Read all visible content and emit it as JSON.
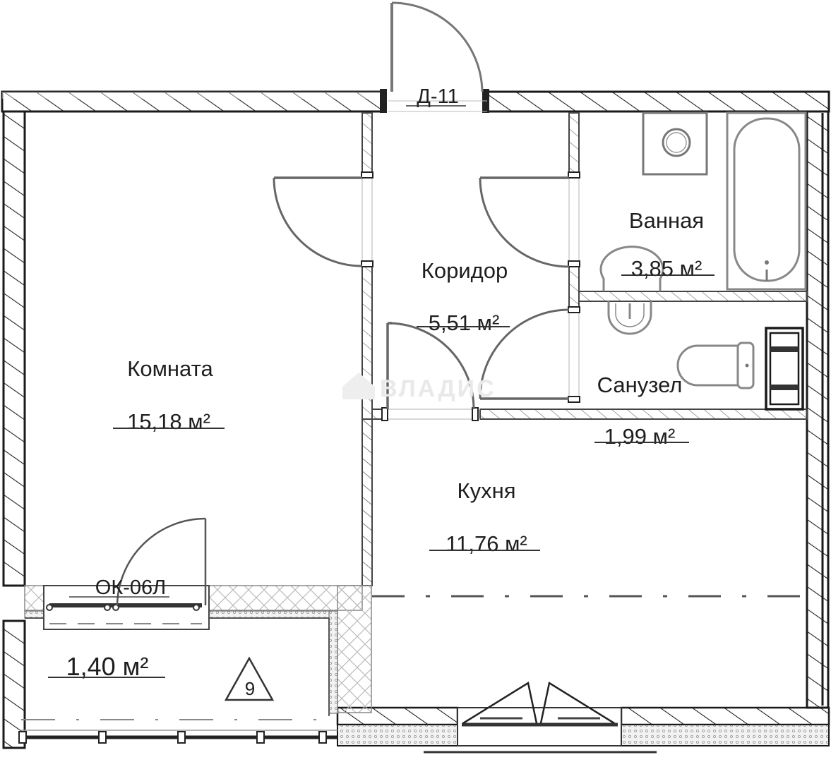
{
  "plan": {
    "entrance_door_tag": "Д-11",
    "window_tag": "ОК-06Л",
    "balcony_marker": "9",
    "watermark": "ВЛАДИС",
    "area_unit": "м²"
  },
  "rooms": [
    {
      "id": "room",
      "name": "Комната",
      "area": "15,18 м²"
    },
    {
      "id": "corridor",
      "name": "Коридор",
      "area": "5,51 м²"
    },
    {
      "id": "bathroom",
      "name": "Ванная",
      "area": "3,85 м²"
    },
    {
      "id": "wc",
      "name": "Санузел",
      "area": "1,99 м²"
    },
    {
      "id": "kitchen",
      "name": "Кухня",
      "area": "11,76 м²"
    },
    {
      "id": "balcony",
      "name": "",
      "area": "1,40 м²"
    }
  ],
  "colors": {
    "wall_line": "#1a1a1a",
    "partition_line": "#555555",
    "fixture_line": "#7a7a7a",
    "background": "#ffffff"
  }
}
